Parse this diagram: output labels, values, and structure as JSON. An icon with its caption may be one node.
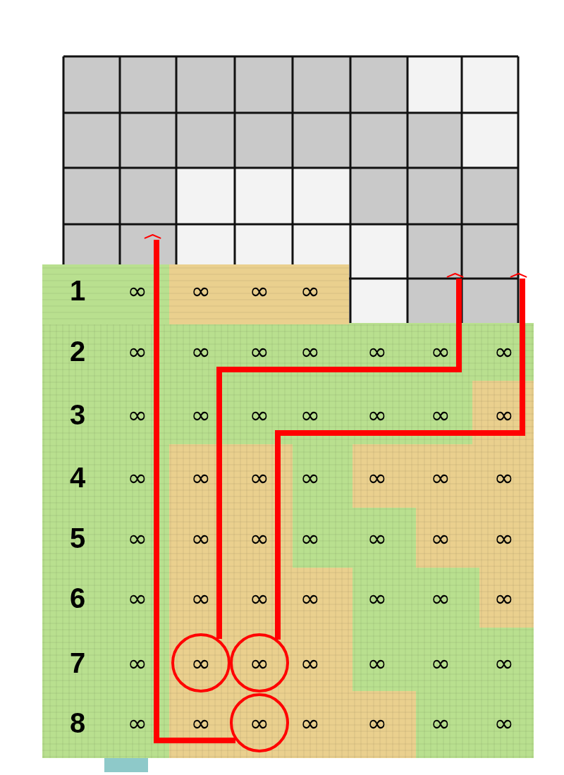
{
  "diagram": {
    "nodes": [
      {
        "text": [
          "∞"
        ]
      },
      {
        "text": [
          "∞"
        ]
      },
      {
        "text": [
          "∞"
        ]
      }
    ],
    "edges": [
      {
        "from": 2,
        "to": null,
        "arrow": "to"
      },
      {
        "from": 0,
        "to": null,
        "arrow": "to"
      },
      {
        "from": 1,
        "to": null,
        "arrow": "to"
      }
    ],
    "labels": [
      "1",
      "∞",
      "∞",
      "∞",
      "∞",
      "2",
      "∞",
      "∞",
      "∞",
      "∞",
      "∞",
      "∞",
      "∞",
      "3",
      "∞",
      "∞",
      "∞",
      "∞",
      "∞",
      "∞",
      "∞",
      "4",
      "∞",
      "∞",
      "∞",
      "∞",
      "∞",
      "∞",
      "∞",
      "5",
      "∞",
      "∞",
      "∞",
      "∞",
      "∞",
      "∞",
      "∞",
      "6",
      "∞",
      "∞",
      "∞",
      "∞",
      "∞",
      "∞",
      "∞",
      "7",
      "∞",
      "∞",
      "∞",
      "∞",
      "∞",
      "8",
      "∞",
      "∞",
      "∞",
      "∞",
      "∞",
      "∞"
    ]
  }
}
